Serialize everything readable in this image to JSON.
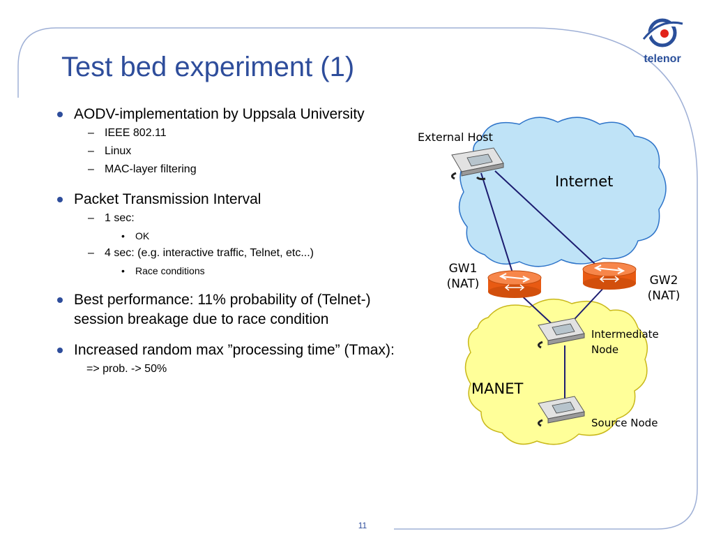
{
  "slide": {
    "title": "Test bed experiment (1)",
    "page_number": "11"
  },
  "logo": {
    "text": "telenor",
    "icon": "telenor-swirl-icon"
  },
  "bullets": [
    {
      "text": "AODV-implementation by Uppsala University",
      "sub": [
        "IEEE 802.11",
        "Linux",
        "MAC-layer filtering"
      ]
    },
    {
      "text": "Packet Transmission Interval",
      "sub": [
        "1 sec:",
        "4 sec: (e.g. interactive traffic, Telnet, etc...)"
      ],
      "subsub": [
        "OK",
        "Race conditions"
      ]
    },
    {
      "text": "Best performance: 11% probability of (Telnet-) session breakage due to race condition"
    },
    {
      "text": "Increased random max ”processing time” (Tmax):",
      "note": "=> prob. -> 50%"
    }
  ],
  "diagram": {
    "external_host": "External Host",
    "internet": "Internet",
    "gw1_line1": "GW1",
    "gw1_line2": "(NAT)",
    "gw2_line1": "GW2",
    "gw2_line2": "(NAT)",
    "intermediate_line1": "Intermediate",
    "intermediate_line2": "Node",
    "manet": "MANET",
    "source_node": "Source Node",
    "colors": {
      "internet_cloud": "#bfe3f7",
      "manet_cloud": "#ffff99",
      "router": "#f26a22",
      "link": "#1c1c70",
      "accent": "#2e4d9b"
    }
  }
}
